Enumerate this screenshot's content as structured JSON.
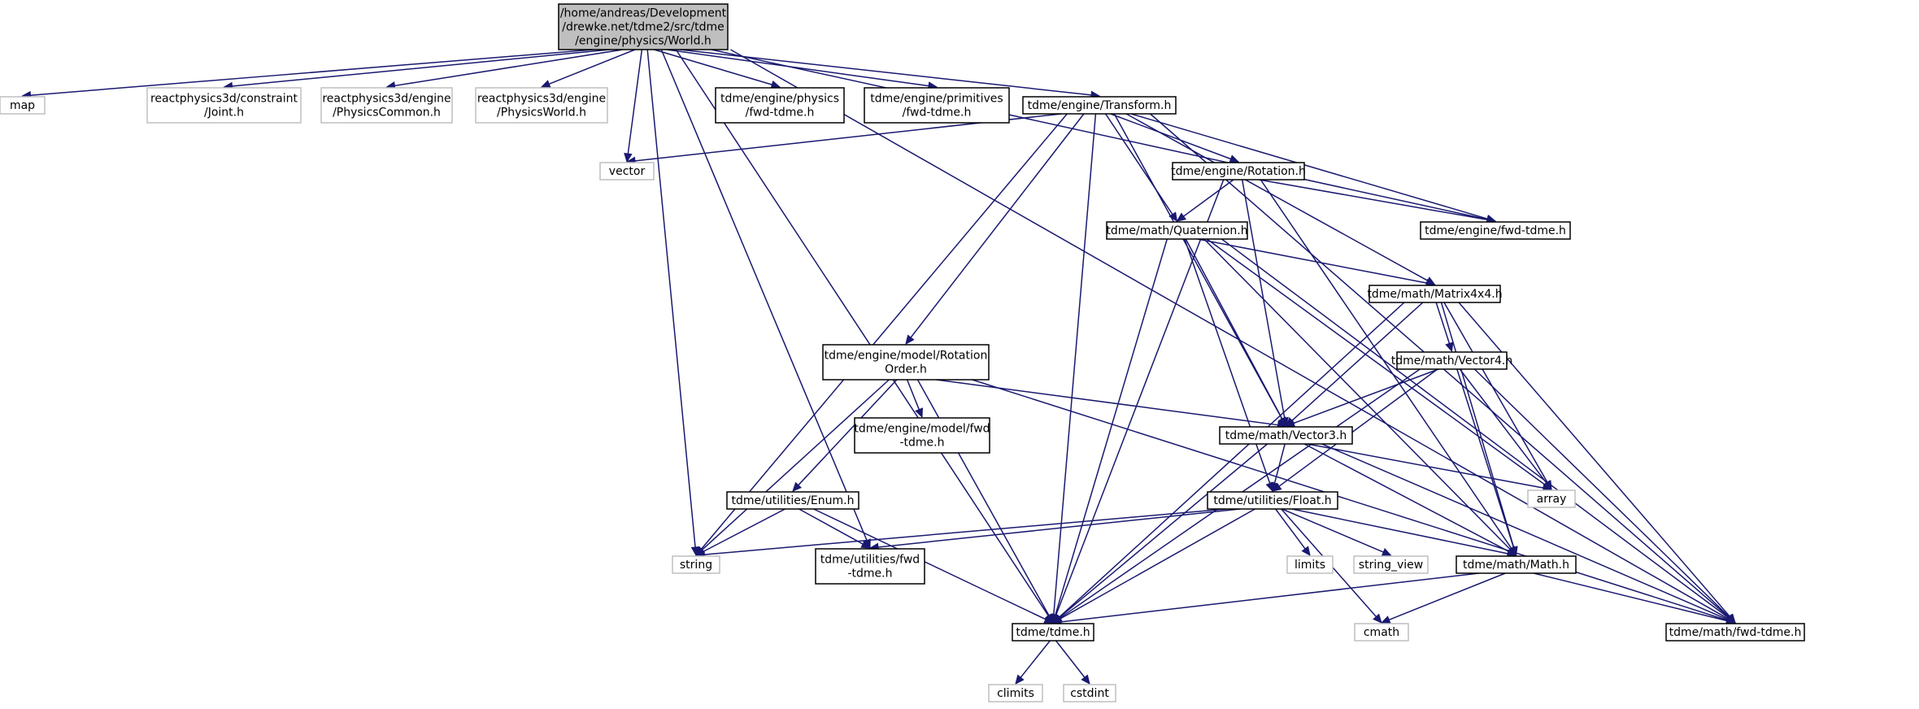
{
  "graph": {
    "colors": {
      "edge": "#191970",
      "root_fill": "#bfbfbf",
      "node_border": "#000000",
      "external_border": "#bfbfbf"
    },
    "nodes": [
      {
        "id": "root",
        "kind": "root",
        "lines": [
          "/home/andreas/Development",
          "/drewke.net/tdme2/src/tdme",
          "/engine/physics/World.h"
        ]
      },
      {
        "id": "map",
        "kind": "external",
        "lines": [
          "map"
        ]
      },
      {
        "id": "rp3d_joint",
        "kind": "external",
        "lines": [
          "reactphysics3d/constraint",
          "/Joint.h"
        ]
      },
      {
        "id": "rp3d_common",
        "kind": "external",
        "lines": [
          "reactphysics3d/engine",
          "/PhysicsCommon.h"
        ]
      },
      {
        "id": "rp3d_world",
        "kind": "external",
        "lines": [
          "reactphysics3d/engine",
          "/PhysicsWorld.h"
        ]
      },
      {
        "id": "phys_fwd",
        "kind": "internal",
        "lines": [
          "tdme/engine/physics",
          "/fwd-tdme.h"
        ]
      },
      {
        "id": "prim_fwd",
        "kind": "internal",
        "lines": [
          "tdme/engine/primitives",
          "/fwd-tdme.h"
        ]
      },
      {
        "id": "transform",
        "kind": "internal",
        "lines": [
          "tdme/engine/Transform.h"
        ]
      },
      {
        "id": "vector",
        "kind": "external",
        "lines": [
          "vector"
        ]
      },
      {
        "id": "rotation",
        "kind": "internal",
        "lines": [
          "tdme/engine/Rotation.h"
        ]
      },
      {
        "id": "quaternion",
        "kind": "internal",
        "lines": [
          "tdme/math/Quaternion.h"
        ]
      },
      {
        "id": "engine_fwd",
        "kind": "internal",
        "lines": [
          "tdme/engine/fwd-tdme.h"
        ]
      },
      {
        "id": "matrix",
        "kind": "internal",
        "lines": [
          "tdme/math/Matrix4x4.h"
        ]
      },
      {
        "id": "rotorder",
        "kind": "internal",
        "lines": [
          "tdme/engine/model/Rotation",
          "Order.h"
        ]
      },
      {
        "id": "vector4",
        "kind": "internal",
        "lines": [
          "tdme/math/Vector4.h"
        ]
      },
      {
        "id": "model_fwd",
        "kind": "internal",
        "lines": [
          "tdme/engine/model/fwd",
          "-tdme.h"
        ]
      },
      {
        "id": "vector3",
        "kind": "internal",
        "lines": [
          "tdme/math/Vector3.h"
        ]
      },
      {
        "id": "enum",
        "kind": "internal",
        "lines": [
          "tdme/utilities/Enum.h"
        ]
      },
      {
        "id": "float",
        "kind": "internal",
        "lines": [
          "tdme/utilities/Float.h"
        ]
      },
      {
        "id": "array",
        "kind": "external",
        "lines": [
          "array"
        ]
      },
      {
        "id": "string",
        "kind": "external",
        "lines": [
          "string"
        ]
      },
      {
        "id": "util_fwd",
        "kind": "internal",
        "lines": [
          "tdme/utilities/fwd",
          "-tdme.h"
        ]
      },
      {
        "id": "limits",
        "kind": "external",
        "lines": [
          "limits"
        ]
      },
      {
        "id": "string_view",
        "kind": "external",
        "lines": [
          "string_view"
        ]
      },
      {
        "id": "math",
        "kind": "internal",
        "lines": [
          "tdme/math/Math.h"
        ]
      },
      {
        "id": "tdme",
        "kind": "internal",
        "lines": [
          "tdme/tdme.h"
        ]
      },
      {
        "id": "cmath",
        "kind": "external",
        "lines": [
          "cmath"
        ]
      },
      {
        "id": "math_fwd",
        "kind": "internal",
        "lines": [
          "tdme/math/fwd-tdme.h"
        ]
      },
      {
        "id": "climits",
        "kind": "external",
        "lines": [
          "climits"
        ]
      },
      {
        "id": "cstdint",
        "kind": "external",
        "lines": [
          "cstdint"
        ]
      }
    ],
    "edges": [
      [
        "root",
        "map"
      ],
      [
        "root",
        "rp3d_joint"
      ],
      [
        "root",
        "rp3d_common"
      ],
      [
        "root",
        "rp3d_world"
      ],
      [
        "root",
        "phys_fwd"
      ],
      [
        "root",
        "prim_fwd"
      ],
      [
        "root",
        "transform"
      ],
      [
        "root",
        "vector"
      ],
      [
        "root",
        "string"
      ],
      [
        "root",
        "util_fwd"
      ],
      [
        "root",
        "tdme"
      ],
      [
        "root",
        "engine_fwd"
      ],
      [
        "root",
        "math_fwd"
      ],
      [
        "transform",
        "vector"
      ],
      [
        "transform",
        "rotation"
      ],
      [
        "transform",
        "quaternion"
      ],
      [
        "transform",
        "engine_fwd"
      ],
      [
        "transform",
        "matrix"
      ],
      [
        "transform",
        "rotorder"
      ],
      [
        "transform",
        "vector3"
      ],
      [
        "transform",
        "string"
      ],
      [
        "transform",
        "tdme"
      ],
      [
        "transform",
        "math_fwd"
      ],
      [
        "rotation",
        "quaternion"
      ],
      [
        "rotation",
        "engine_fwd"
      ],
      [
        "rotation",
        "vector3"
      ],
      [
        "rotation",
        "tdme"
      ],
      [
        "rotation",
        "math"
      ],
      [
        "quaternion",
        "matrix"
      ],
      [
        "quaternion",
        "vector3"
      ],
      [
        "quaternion",
        "float"
      ],
      [
        "quaternion",
        "math"
      ],
      [
        "quaternion",
        "tdme"
      ],
      [
        "quaternion",
        "array"
      ],
      [
        "quaternion",
        "math_fwd"
      ],
      [
        "matrix",
        "vector4"
      ],
      [
        "matrix",
        "vector3"
      ],
      [
        "matrix",
        "array"
      ],
      [
        "matrix",
        "math"
      ],
      [
        "matrix",
        "tdme"
      ],
      [
        "matrix",
        "math_fwd"
      ],
      [
        "rotorder",
        "model_fwd"
      ],
      [
        "rotorder",
        "vector3"
      ],
      [
        "rotorder",
        "enum"
      ],
      [
        "rotorder",
        "string"
      ],
      [
        "rotorder",
        "tdme"
      ],
      [
        "rotorder",
        "math_fwd"
      ],
      [
        "vector4",
        "vector3"
      ],
      [
        "vector4",
        "float"
      ],
      [
        "vector4",
        "array"
      ],
      [
        "vector4",
        "math"
      ],
      [
        "vector4",
        "tdme"
      ],
      [
        "vector4",
        "math_fwd"
      ],
      [
        "vector3",
        "float"
      ],
      [
        "vector3",
        "array"
      ],
      [
        "vector3",
        "math"
      ],
      [
        "vector3",
        "tdme"
      ],
      [
        "vector3",
        "math_fwd"
      ],
      [
        "enum",
        "string"
      ],
      [
        "enum",
        "util_fwd"
      ],
      [
        "enum",
        "tdme"
      ],
      [
        "float",
        "limits"
      ],
      [
        "float",
        "string_view"
      ],
      [
        "float",
        "string"
      ],
      [
        "float",
        "util_fwd"
      ],
      [
        "float",
        "math"
      ],
      [
        "float",
        "tdme"
      ],
      [
        "float",
        "cmath"
      ],
      [
        "math",
        "cmath"
      ],
      [
        "math",
        "tdme"
      ],
      [
        "math",
        "math_fwd"
      ],
      [
        "tdme",
        "climits"
      ],
      [
        "tdme",
        "cstdint"
      ]
    ]
  }
}
